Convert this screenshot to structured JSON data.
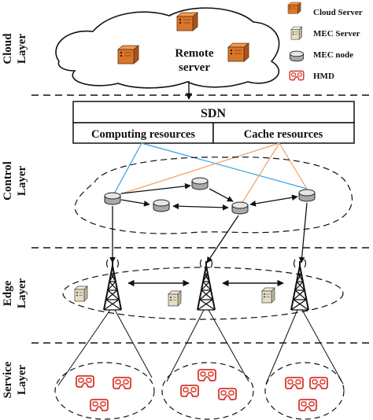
{
  "layers": {
    "cloud": [
      "Cloud",
      "Layer"
    ],
    "control": [
      "Control",
      "Layer"
    ],
    "edge": [
      "Edge",
      "Layer"
    ],
    "service": [
      "Service",
      "Layer"
    ]
  },
  "cloud": {
    "remote_server": [
      "Remote",
      "server"
    ]
  },
  "control": {
    "sdn": "SDN",
    "computing_resources": "Computing resources",
    "cache_resources": "Cache resources"
  },
  "legend": {
    "cloud_server": "Cloud Server",
    "mec_server": "MEC Server",
    "mec_node": "MEC node",
    "hmd": "HMD"
  },
  "colors": {
    "cloud_server_orange": "#d9762b",
    "hmd_red": "#d8352a",
    "link_blue": "#2aa4dc",
    "link_orange": "#f0a163",
    "line_black": "#111111",
    "node_gray": "#c8c8c8"
  },
  "icons": {
    "cloud_server": "cloud-server-icon",
    "mec_server": "mec-server-icon",
    "mec_node": "mec-node-icon",
    "hmd": "hmd-icon",
    "tower": "tower-icon"
  }
}
